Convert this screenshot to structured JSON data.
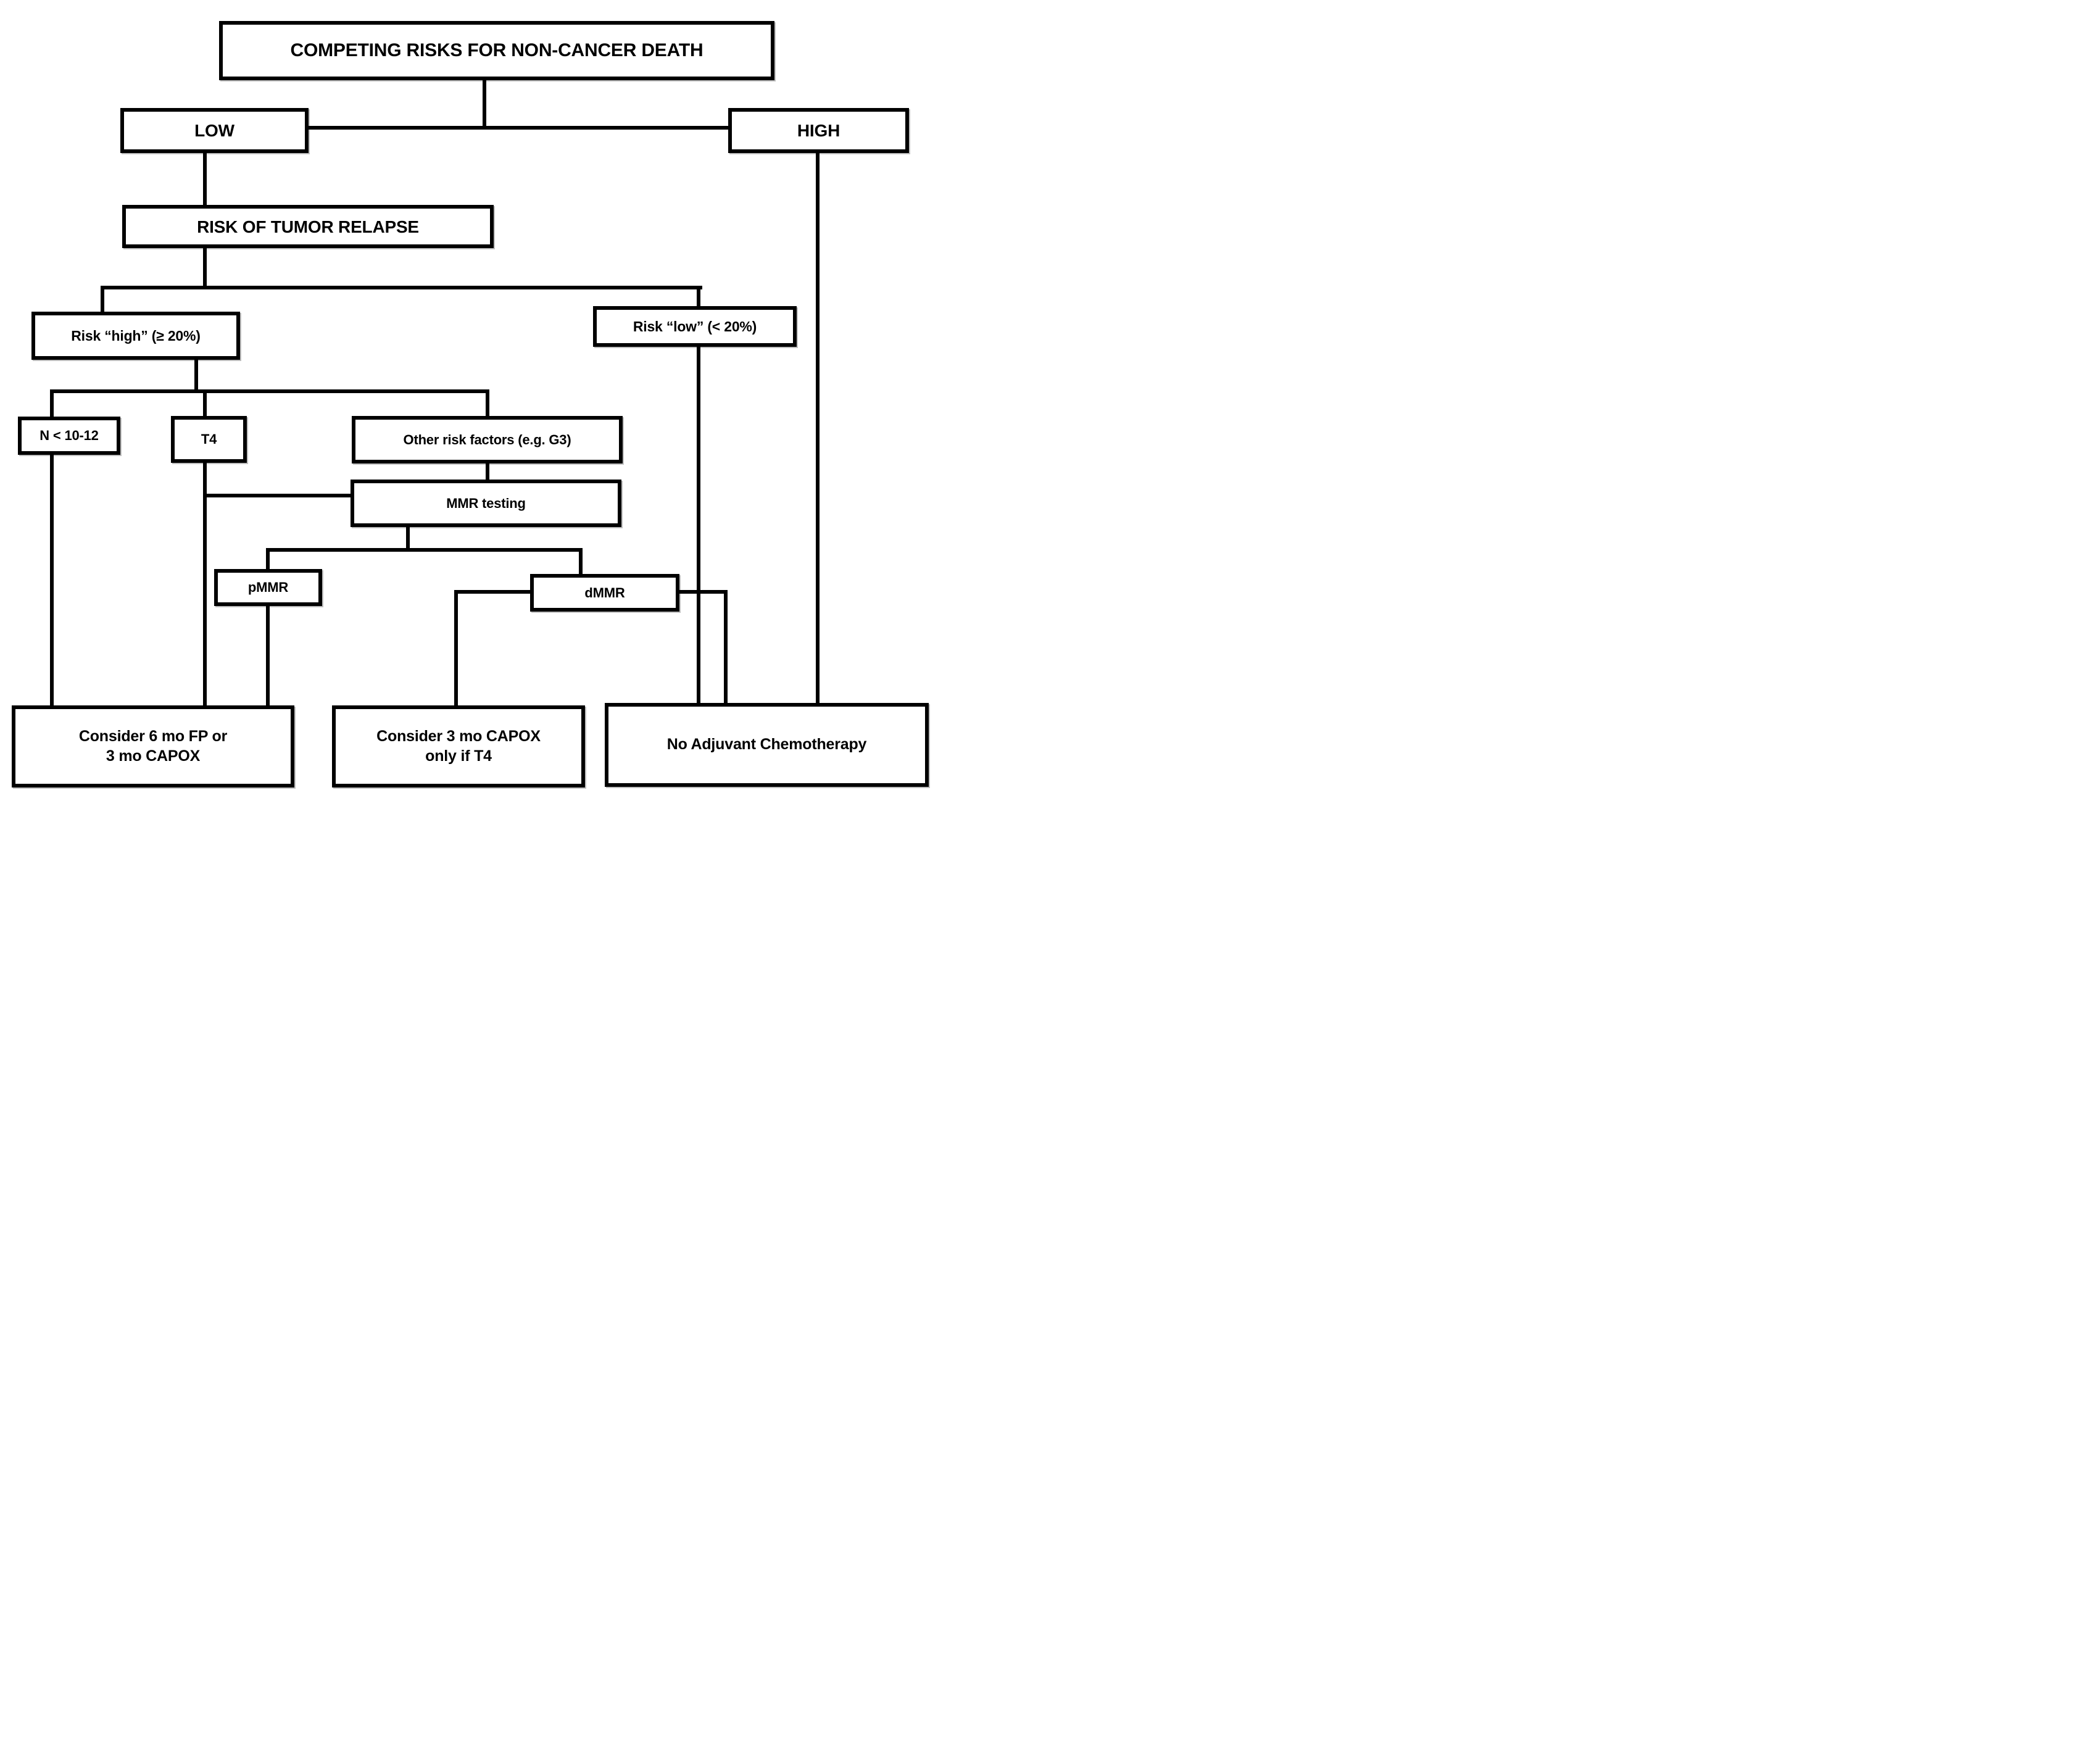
{
  "diagram": {
    "type": "flowchart",
    "background_color": "#ffffff",
    "line_color": "#000000",
    "box_fill_color": "#ffffff",
    "text_color": "#000000",
    "nodes": {
      "competing_risks": {
        "label": "COMPETING RISKS FOR NON-CANCER DEATH"
      },
      "low": {
        "label": "LOW"
      },
      "high": {
        "label": "HIGH"
      },
      "tumor_relapse": {
        "label": "RISK OF TUMOR RELAPSE"
      },
      "risk_high": {
        "label": "Risk “high” (≥ 20%)"
      },
      "risk_low": {
        "label": "Risk “low” (< 20%)"
      },
      "n_10_12": {
        "label": "N < 10-12"
      },
      "t4": {
        "label": "T4"
      },
      "other_risk_factors": {
        "label": "Other risk factors (e.g. G3)"
      },
      "mmr_testing": {
        "label": "MMR testing"
      },
      "pmmr": {
        "label": "pMMR"
      },
      "dmmr": {
        "label": "dMMR"
      },
      "consider_6mo": {
        "line1": "Consider 6 mo FP or",
        "line2": "3 mo CAPOX"
      },
      "consider_3mo": {
        "line1": "Consider 3 mo CAPOX",
        "line2": "only if T4"
      },
      "no_adjuvant": {
        "label": "No Adjuvant Chemotherapy"
      }
    }
  }
}
